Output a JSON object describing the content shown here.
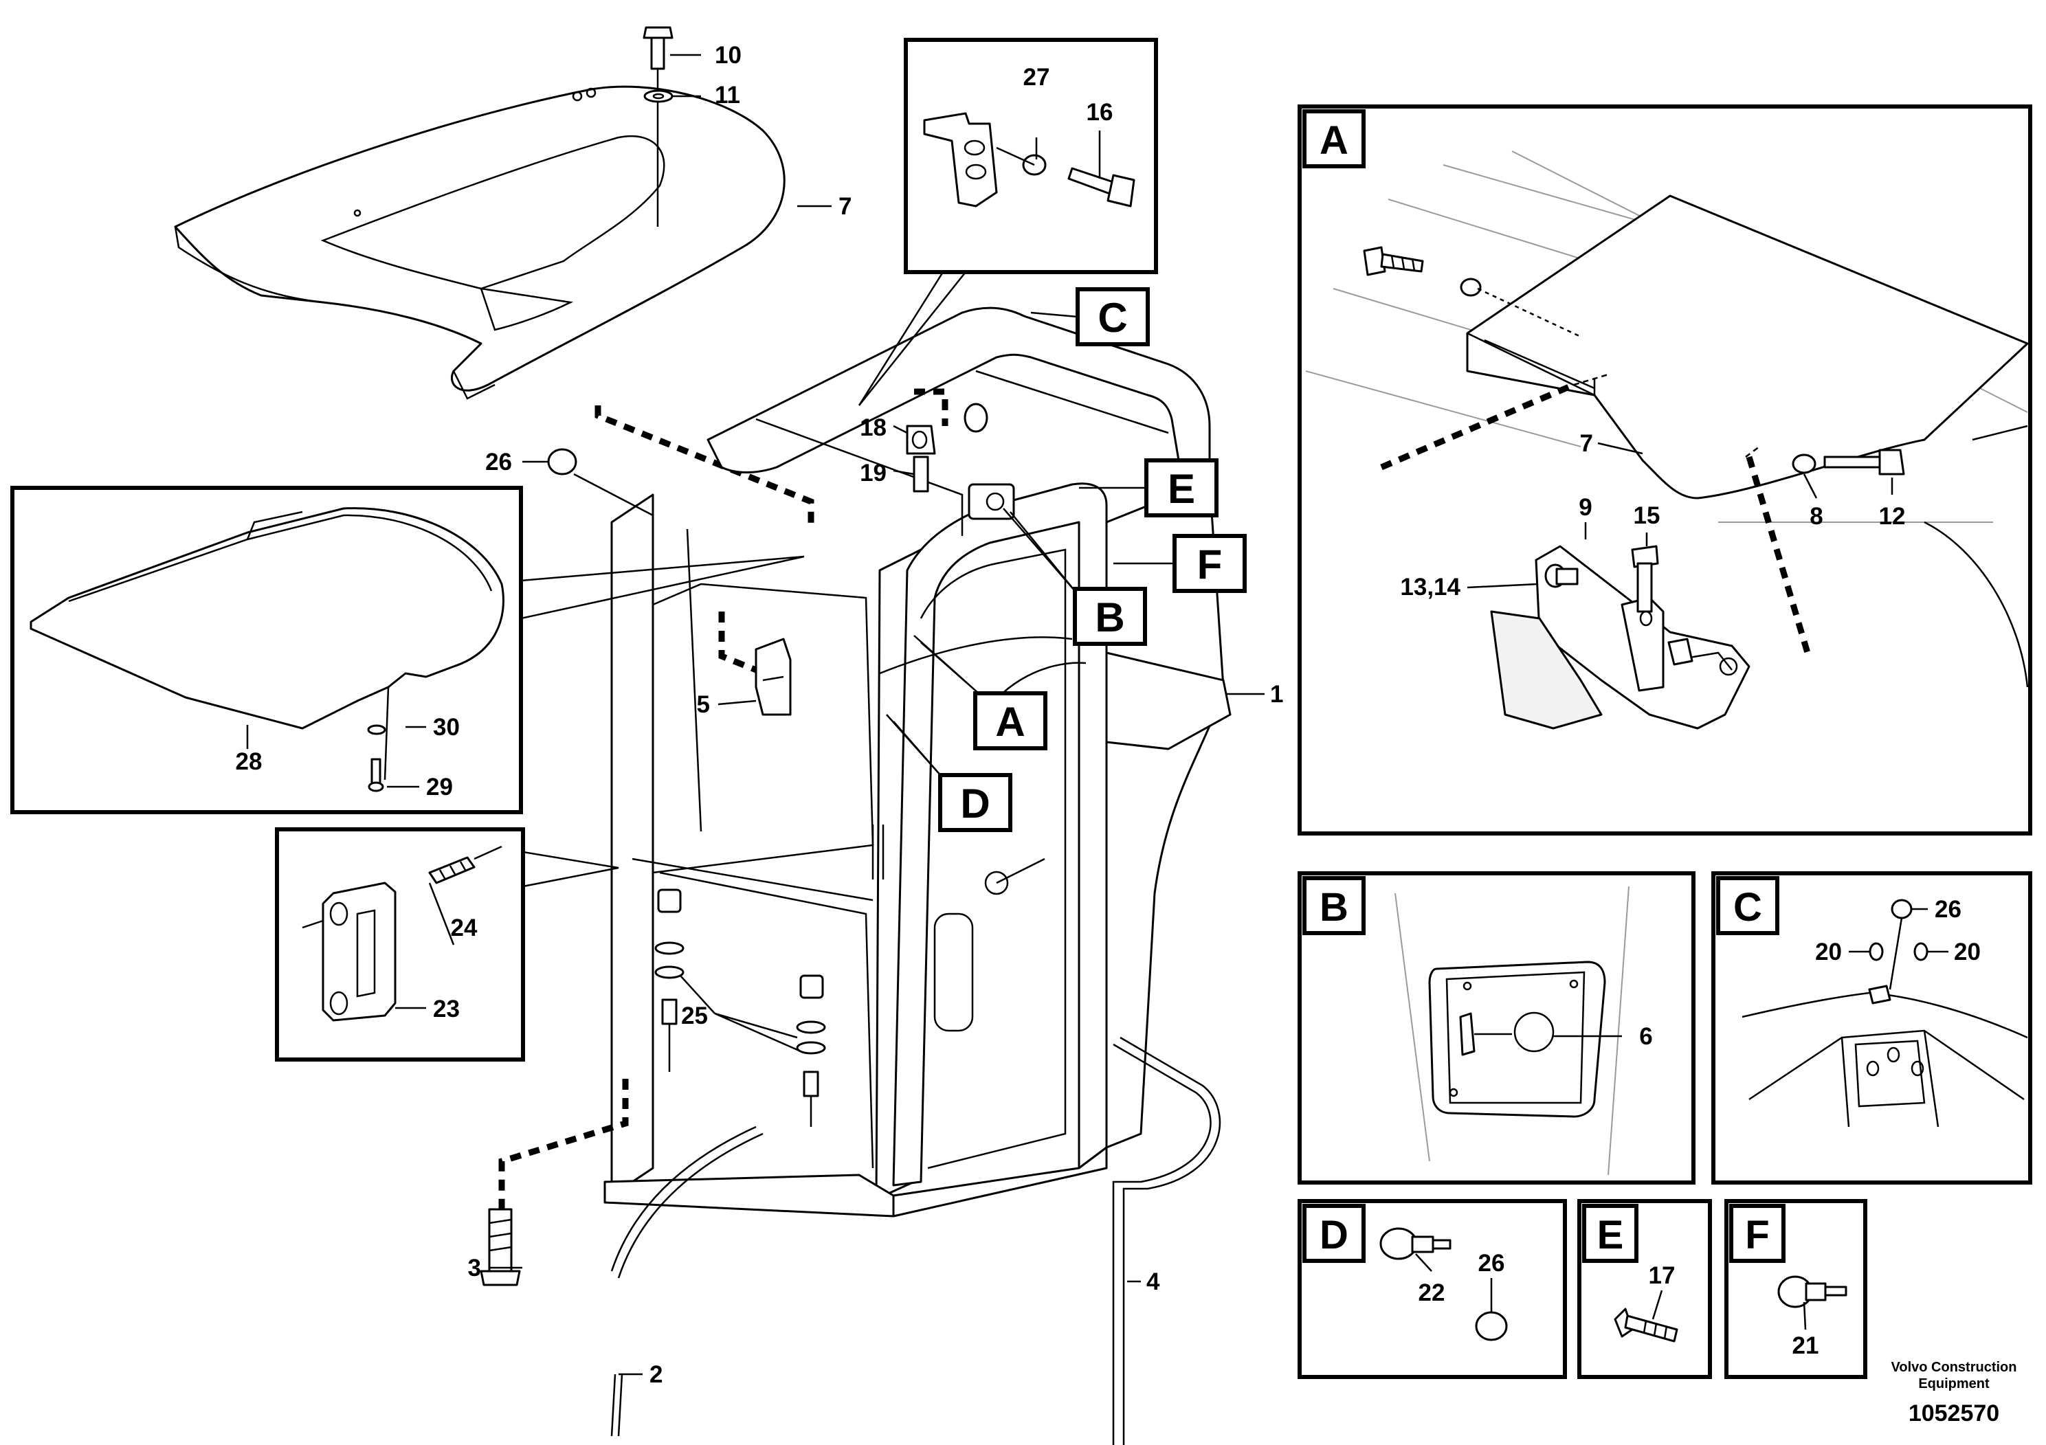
{
  "callouts": {
    "n1": "1",
    "n2": "2",
    "n3": "3",
    "n4": "4",
    "n5": "5",
    "n7": "7",
    "n10": "10",
    "n11": "11",
    "n16": "16",
    "n18": "18",
    "n19": "19",
    "n23": "23",
    "n24": "24",
    "n25": "25",
    "n26": "26",
    "n27": "27",
    "n28": "28",
    "n29": "29",
    "n30": "30"
  },
  "view_letters": {
    "a": "A",
    "b": "B",
    "c": "C",
    "d": "D",
    "e": "E",
    "f": "F"
  },
  "detail_A": {
    "letter": "A",
    "n7": "7",
    "n8": "8",
    "n9": "9",
    "n12": "12",
    "n13_14": "13,14",
    "n15": "15"
  },
  "detail_B": {
    "letter": "B",
    "n6": "6"
  },
  "detail_C": {
    "letter": "C",
    "n26": "26",
    "n20a": "20",
    "n20b": "20"
  },
  "detail_D": {
    "letter": "D",
    "n22": "22",
    "n26": "26"
  },
  "detail_E": {
    "letter": "E",
    "n17": "17"
  },
  "detail_F": {
    "letter": "F",
    "n21": "21"
  },
  "footer": {
    "company_line1": "Volvo Construction",
    "company_line2": "Equipment",
    "drawing_number": "1052570"
  }
}
